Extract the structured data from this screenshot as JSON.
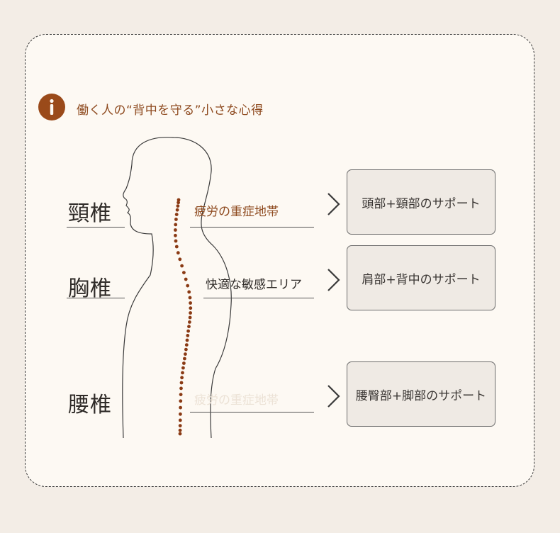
{
  "header": {
    "title": "働く人の“背中を守る”小さな心得",
    "icon": "info-icon"
  },
  "regions": [
    {
      "label": "頸椎",
      "description": "疲労の重症地帯",
      "support": "頭部+頸部のサポート"
    },
    {
      "label": "胸椎",
      "description": "快適な敏感エリア",
      "support": "肩部+背中のサポート"
    },
    {
      "label": "腰椎",
      "description": "疲労の重症地帯",
      "support": "腰臀部+脚部のサポート"
    }
  ],
  "colors": {
    "accent": "#9a4a1a",
    "spine": "#8a3a14",
    "text": "#2f2b28",
    "box_fill": "#efeae4",
    "card_fill": "#fdf9f3"
  }
}
